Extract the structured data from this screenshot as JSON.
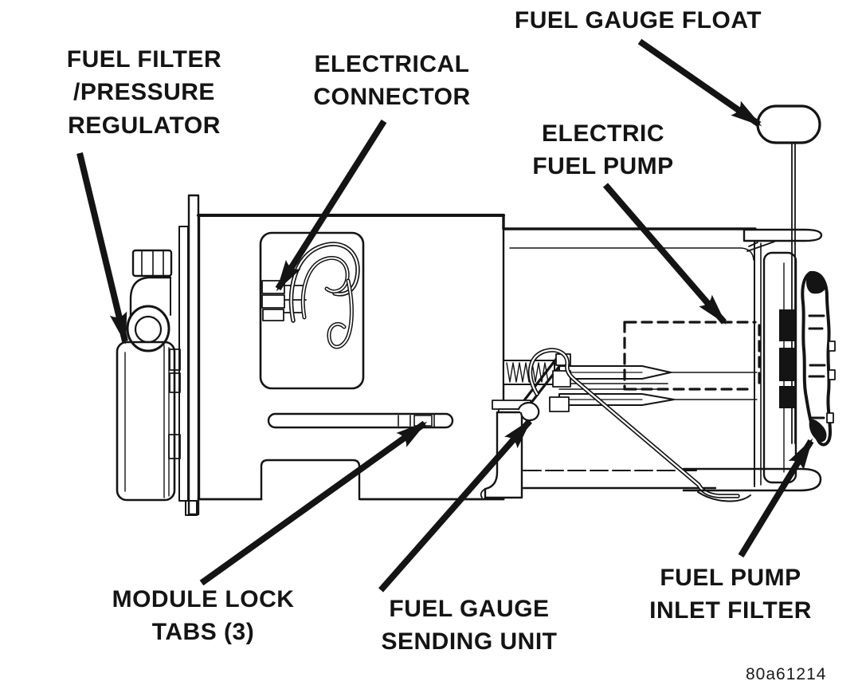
{
  "figure": {
    "code": "80a61214",
    "background_color": "#ffffff",
    "ink_color": "#141414"
  },
  "labels": {
    "fuel_filter_pressure_regulator": {
      "lines": [
        "FUEL FILTER",
        "/PRESSURE",
        "REGULATOR"
      ]
    },
    "electrical_connector": {
      "lines": [
        "ELECTRICAL",
        "CONNECTOR"
      ]
    },
    "fuel_gauge_float": {
      "lines": [
        "FUEL GAUGE FLOAT"
      ]
    },
    "electric_fuel_pump": {
      "lines": [
        "ELECTRIC",
        "FUEL PUMP"
      ]
    },
    "module_lock_tabs": {
      "lines": [
        "MODULE LOCK",
        "TABS (3)"
      ]
    },
    "fuel_gauge_sending_unit": {
      "lines": [
        "FUEL GAUGE",
        "SENDING UNIT"
      ]
    },
    "fuel_pump_inlet_filter": {
      "lines": [
        "FUEL PUMP",
        "INLET FILTER"
      ]
    }
  }
}
